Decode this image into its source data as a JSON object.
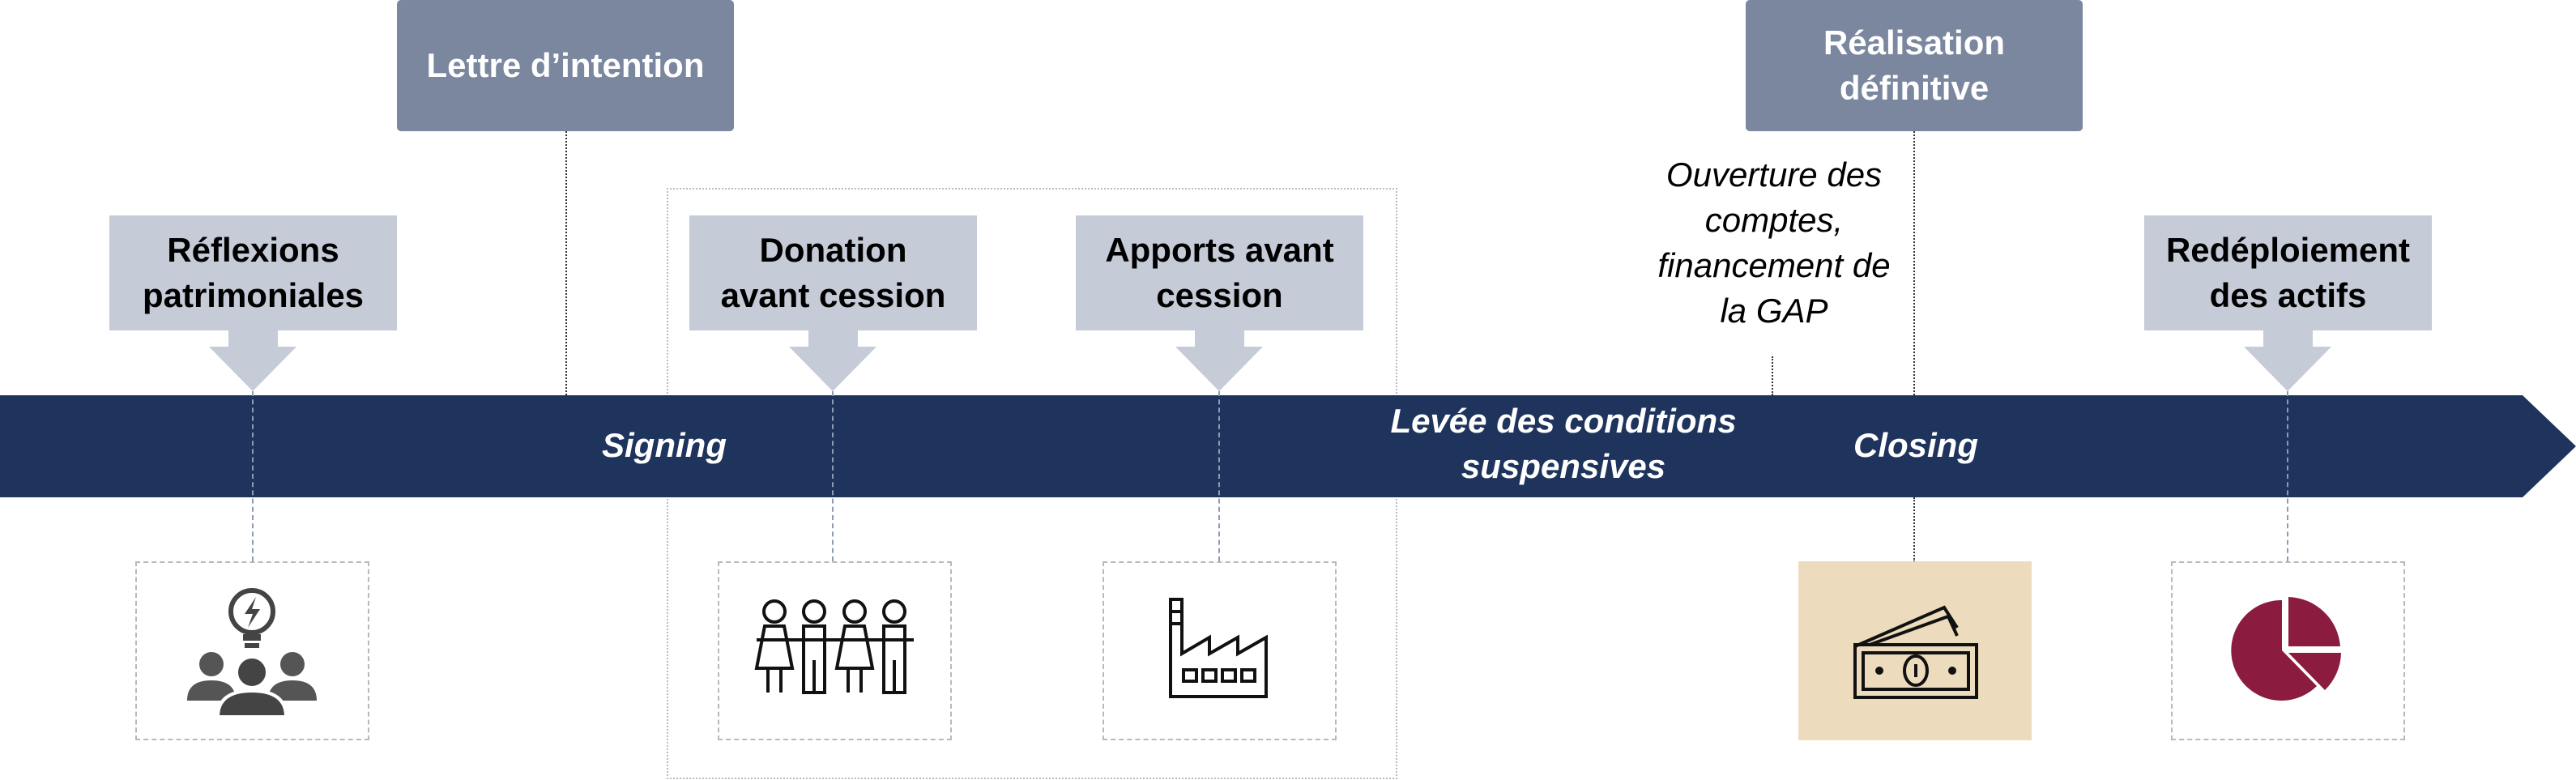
{
  "milestones": {
    "lettre": "Lettre d’intention",
    "realisation_line1": "Réalisation",
    "realisation_line2": "définitive"
  },
  "steps": {
    "reflexions_line1": "Réflexions",
    "reflexions_line2": "patrimoniales",
    "donation_line1": "Donation",
    "donation_line2": "avant cession",
    "apports_line1": "Apports avant",
    "apports_line2": "cession",
    "redeploiement_line1": "Redéploiement",
    "redeploiement_line2": "des actifs"
  },
  "timeline": {
    "signing": "Signing",
    "levee_line1": "Levée des conditions",
    "levee_line2": "suspensives",
    "closing": "Closing"
  },
  "note": {
    "line1": "Ouverture des",
    "line2": "comptes,",
    "line3": "financement de",
    "line4": "la GAP"
  },
  "icons": {
    "reflexions": "team-idea-icon",
    "donation": "family-icon",
    "apports": "factory-icon",
    "closing": "banknotes-icon",
    "redeploiement": "pie-chart-icon"
  },
  "colors": {
    "band": "#1e345c",
    "milestone": "#7a879f",
    "step": "#c6cbd8",
    "money_bg": "#ecdcbd",
    "pie": "#8c1c3f"
  }
}
